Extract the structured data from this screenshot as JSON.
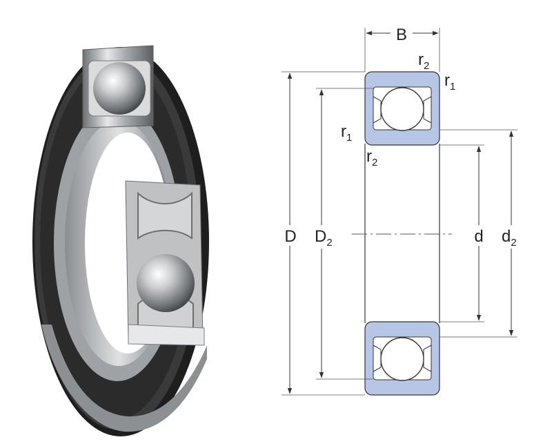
{
  "labels": {
    "B": "B",
    "r1": "r",
    "r1_sub": "1",
    "r2": "r",
    "r2_sub": "2",
    "D": "D",
    "D2": "D",
    "D2_sub": "2",
    "d": "d",
    "d2": "d",
    "d2_sub": "2"
  },
  "colors": {
    "ring_fill": "#b7c5e6",
    "line": "#333333",
    "dim_line": "#444444",
    "bearing_dark": "#2a2a2a",
    "bearing_steel": "#c8cacc"
  }
}
